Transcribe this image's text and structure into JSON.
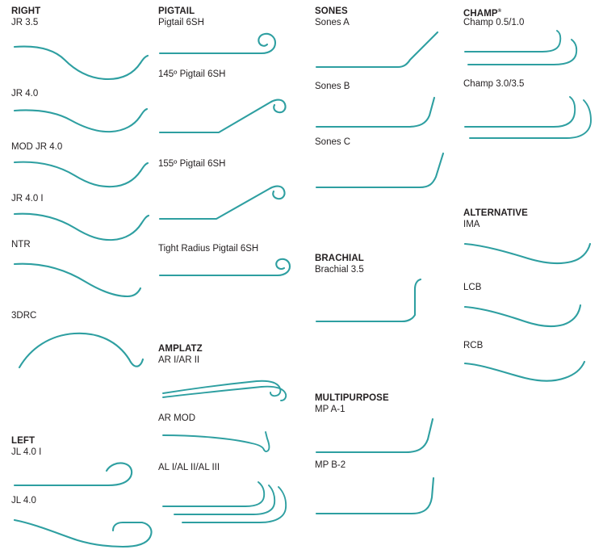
{
  "document": {
    "type": "catheter-shape-reference-chart",
    "line_color": "#2e9fa1",
    "text_color": "#231f20",
    "background": "#ffffff"
  },
  "columns": [
    {
      "id": "column-1",
      "groups": [
        {
          "id": "right",
          "title": "RIGHT",
          "items": [
            {
              "label": "JR 3.5",
              "shape": "jr35"
            },
            {
              "label": "JR 4.0",
              "shape": "jr40"
            },
            {
              "label": "MOD JR 4.0",
              "shape": "modjr40"
            },
            {
              "label": "JR 4.0 I",
              "shape": "jr40i"
            },
            {
              "label": "NTR",
              "shape": "ntr"
            },
            {
              "label": "3DRC",
              "shape": "3drc"
            }
          ]
        },
        {
          "id": "left",
          "title": "LEFT",
          "items": [
            {
              "label": "JL 4.0 I",
              "shape": "jl40i"
            },
            {
              "label": "JL 4.0",
              "shape": "jl40"
            }
          ]
        }
      ]
    },
    {
      "id": "column-2",
      "groups": [
        {
          "id": "pigtail",
          "title": "PIGTAIL",
          "items": [
            {
              "label": "Pigtail 6SH",
              "shape": "pigtail"
            },
            {
              "label": "145º Pigtail 6SH",
              "shape": "pigtail145"
            },
            {
              "label": "155º Pigtail 6SH",
              "shape": "pigtail155"
            },
            {
              "label": "Tight Radius Pigtail 6SH",
              "shape": "pigtailtight"
            }
          ]
        },
        {
          "id": "amplatz",
          "title": "AMPLATZ",
          "items": [
            {
              "label": "AR I/AR II",
              "shape": "ar1ar2"
            },
            {
              "label": "AR MOD",
              "shape": "armod"
            },
            {
              "label": "AL I/AL II/AL III",
              "shape": "al1al2al3"
            }
          ]
        }
      ]
    },
    {
      "id": "column-3",
      "groups": [
        {
          "id": "sones",
          "title": "SONES",
          "items": [
            {
              "label": "Sones A",
              "shape": "sonesa"
            },
            {
              "label": "Sones B",
              "shape": "sonesb"
            },
            {
              "label": "Sones C",
              "shape": "sonesc"
            }
          ]
        },
        {
          "id": "brachial",
          "title": "BRACHIAL",
          "items": [
            {
              "label": "Brachial 3.5",
              "shape": "brachial35"
            }
          ]
        },
        {
          "id": "multipurpose",
          "title": "MULTIPURPOSE",
          "items": [
            {
              "label": "MP A-1",
              "shape": "mpa1"
            },
            {
              "label": "MP B-2",
              "shape": "mpb2"
            }
          ]
        }
      ]
    },
    {
      "id": "column-4",
      "groups": [
        {
          "id": "champ",
          "title": "CHAMP",
          "title_mark": "®",
          "items": [
            {
              "label": "Champ 0.5/1.0",
              "shape": "champ05"
            },
            {
              "label": "Champ 3.0/3.5",
              "shape": "champ30"
            }
          ]
        },
        {
          "id": "alternative",
          "title": "ALTERNATIVE",
          "items": [
            {
              "label": "IMA",
              "shape": "ima"
            },
            {
              "label": "LCB",
              "shape": "lcb"
            },
            {
              "label": "RCB",
              "shape": "rcb"
            }
          ]
        }
      ]
    }
  ]
}
